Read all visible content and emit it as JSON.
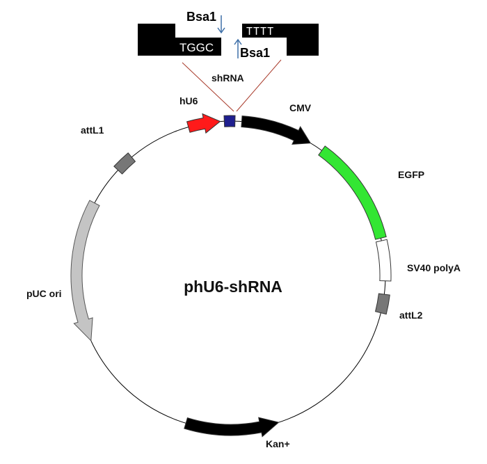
{
  "plasmid": {
    "name": "phU6-shRNA"
  },
  "features": {
    "hu6": {
      "label": "hU6",
      "color": "#ff1a1a"
    },
    "shrna": {
      "label": "shRNA",
      "color": "#1f1f8f"
    },
    "cmv": {
      "label": "CMV",
      "color": "#000000"
    },
    "egfp": {
      "label": "EGFP",
      "color": "#33e633"
    },
    "sv40": {
      "label": "SV40 polyA",
      "color": "#ffffff"
    },
    "attl2": {
      "label": "attL2",
      "color": "#777777"
    },
    "kan": {
      "label": "Kan+",
      "color": "#000000"
    },
    "puc": {
      "label": "pUC ori",
      "color": "#c4c4c4"
    },
    "attl1": {
      "label": "attL1",
      "color": "#777777"
    }
  },
  "insert": {
    "left_overhang": "TGGC",
    "right_overhang": "TTTT",
    "enzyme_top": "Bsa1",
    "enzyme_bottom": "Bsa1",
    "arrow_color": "#3d6fa8",
    "guide_line_color": "#a83a2a"
  }
}
